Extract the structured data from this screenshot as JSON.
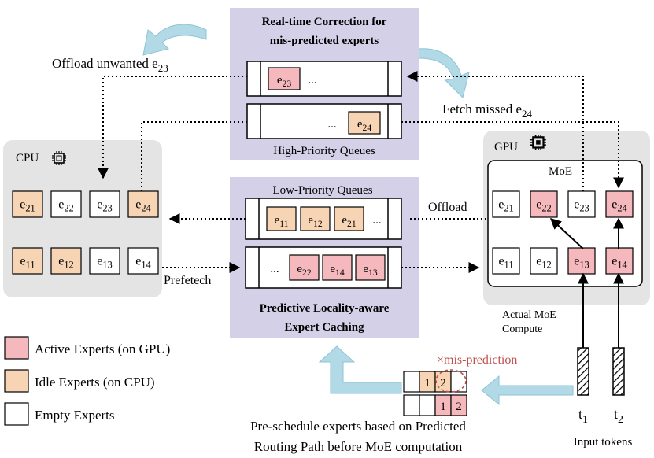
{
  "colors": {
    "active": "#f5b8bc",
    "idle": "#f7d4b3",
    "empty": "#ffffff",
    "queue_panel": "#d4d0e8",
    "host_panel": "#e4e4e4",
    "arrow_flow": "#b2d9e6",
    "misprediction": "#c0504d"
  },
  "correction": {
    "title_line1": "Real-time Correction for",
    "title_line2": "mis-predicted experts",
    "queue_label": "High-Priority Queues",
    "queue1_expert": "e23",
    "queue2_expert": "e24",
    "ellipsis": "..."
  },
  "caching": {
    "queue_label": "Low-Priority Queues",
    "title_line1": "Predictive Locality-aware",
    "title_line2": "Expert Caching",
    "queue1_experts": [
      "e11",
      "e12",
      "e21"
    ],
    "queue2_experts": [
      "e22",
      "e14",
      "e13"
    ],
    "ellipsis": "..."
  },
  "cpu": {
    "label": "CPU",
    "icon": "chip-icon",
    "row1": [
      {
        "label": "e21",
        "state": "idle"
      },
      {
        "label": "e22",
        "state": "empty"
      },
      {
        "label": "e23",
        "state": "empty"
      },
      {
        "label": "e24",
        "state": "idle"
      }
    ],
    "row2": [
      {
        "label": "e11",
        "state": "idle"
      },
      {
        "label": "e12",
        "state": "idle"
      },
      {
        "label": "e13",
        "state": "empty"
      },
      {
        "label": "e14",
        "state": "empty"
      }
    ]
  },
  "gpu": {
    "label": "GPU",
    "icon": "chip-icon",
    "moe_label": "MoE",
    "compute_line1": "Actual MoE",
    "compute_line2": "Compute",
    "row1": [
      {
        "label": "e21",
        "state": "empty"
      },
      {
        "label": "e22",
        "state": "active"
      },
      {
        "label": "e23",
        "state": "empty"
      },
      {
        "label": "e24",
        "state": "active"
      }
    ],
    "row2": [
      {
        "label": "e11",
        "state": "empty"
      },
      {
        "label": "e12",
        "state": "empty"
      },
      {
        "label": "e13",
        "state": "active"
      },
      {
        "label": "e14",
        "state": "active"
      }
    ]
  },
  "labels": {
    "offload_unwanted": "Offload unwanted e23",
    "fetch_missed": "Fetch missed e24",
    "offload": "Offload",
    "prefetch": "Prefetech",
    "misprediction": "×mis-prediction",
    "preschedule_line1": "Pre-schedule experts based on Predicted",
    "preschedule_line2": "Routing Path before MoE computation",
    "input_tokens": "Input tokens"
  },
  "tokens": [
    "t1",
    "t2"
  ],
  "schedule": {
    "row1": [
      "",
      "1",
      "2",
      ""
    ],
    "row2": [
      "",
      "",
      "1",
      "2"
    ]
  },
  "legend": [
    {
      "label": "Active Experts (on GPU)",
      "state": "active"
    },
    {
      "label": "Idle Experts (on CPU)",
      "state": "idle"
    },
    {
      "label": "Empty Experts",
      "state": "empty"
    }
  ]
}
